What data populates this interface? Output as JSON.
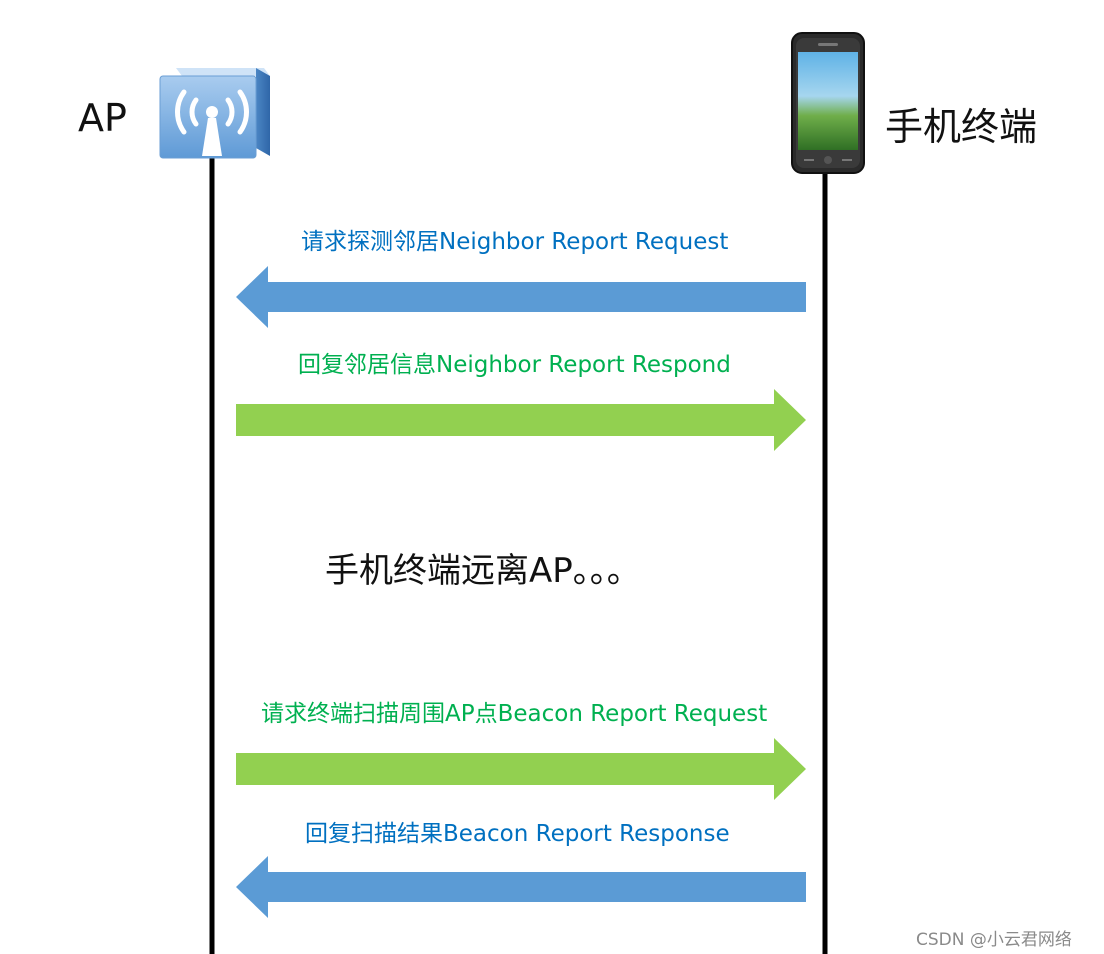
{
  "parties": {
    "ap": {
      "label": "AP"
    },
    "phone": {
      "label": "手机终端"
    }
  },
  "messages": [
    {
      "label": "请求探测邻居Neighbor Report Request",
      "direction": "to-ap",
      "color": "#5b9bd5",
      "text_color": "#0070c0"
    },
    {
      "label": "回复邻居信息Neighbor Report Respond",
      "direction": "to-phone",
      "color": "#92d050",
      "text_color": "#00b050"
    },
    {
      "label": "请求终端扫描周围AP点Beacon Report Request",
      "direction": "to-phone",
      "color": "#92d050",
      "text_color": "#00b050"
    },
    {
      "label": "回复扫描结果Beacon Report Response",
      "direction": "to-ap",
      "color": "#5b9bd5",
      "text_color": "#0070c0"
    }
  ],
  "note": "手机终端远离AP。。。",
  "watermark": "CSDN @小云君网络",
  "icons": {
    "ap": "wireless-access-point-icon",
    "phone": "smartphone-icon"
  }
}
